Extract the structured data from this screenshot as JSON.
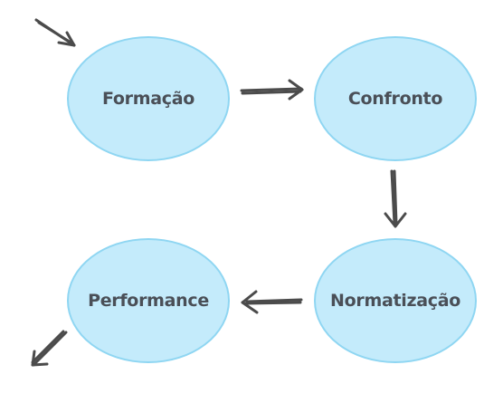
{
  "diagram": {
    "nodes": [
      {
        "label": "Formação"
      },
      {
        "label": "Confronto"
      },
      {
        "label": "Normatização"
      },
      {
        "label": "Performance"
      }
    ],
    "colors": {
      "node_fill": "#c4ebfb",
      "node_border": "#8fd6f2",
      "text": "#4a4f57",
      "arrow": "#4b4b4b"
    }
  }
}
